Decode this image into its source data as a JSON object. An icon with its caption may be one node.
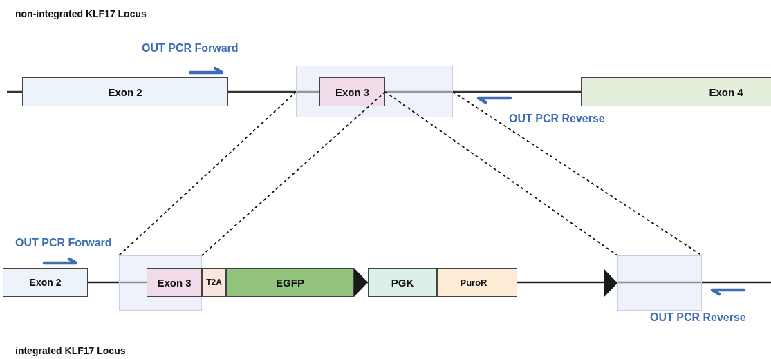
{
  "diagram": {
    "title": "non-integrated KLF17 Locus",
    "caption": "integrated KLF17 Locus",
    "nodes": [
      {
        "text": [
          "Exon 2"
        ]
      },
      {
        "text": [],
        "shape": "box"
      },
      {
        "text": [
          "Exon 3"
        ],
        "in": 1
      },
      {
        "text": [
          "Exon 4"
        ]
      },
      {
        "text": [
          "Exon 2"
        ]
      },
      {
        "text": [],
        "shape": "box"
      },
      {
        "text": [
          "Exon 3"
        ],
        "in": 5
      },
      {
        "text": [
          "T2A"
        ]
      },
      {
        "text": [
          "EGFP"
        ]
      },
      {
        "text": [
          "PGK"
        ]
      },
      {
        "text": [
          "PuroR"
        ]
      },
      {
        "text": [],
        "shape": "box"
      }
    ],
    "edges": [
      {
        "from": 1,
        "to": 5,
        "arrow": "none",
        "style": "dashed"
      },
      {
        "from": 2,
        "to": 5,
        "arrow": "none",
        "style": "dashed"
      },
      {
        "from": 2,
        "to": 11,
        "arrow": "none",
        "style": "dashed"
      },
      {
        "from": 1,
        "to": 11,
        "arrow": "none",
        "style": "dashed"
      }
    ],
    "labels": [
      "OUT PCR Forward",
      "OUT PCR Reverse",
      "OUT PCR Forward",
      "OUT PCR Reverse"
    ]
  }
}
